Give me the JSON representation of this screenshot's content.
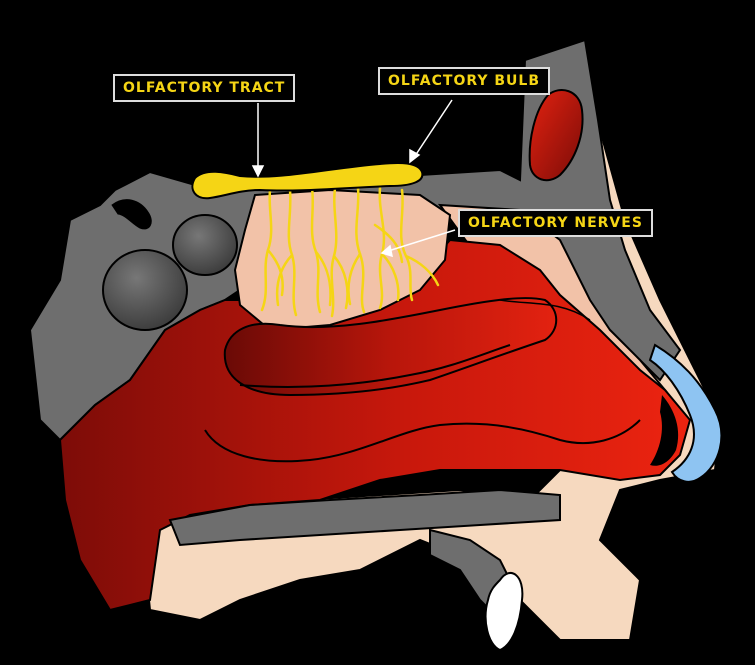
{
  "labels": {
    "olfactory_tract": "OLFACTORY TRACT",
    "olfactory_bulb": "OLFACTORY BULB",
    "olfactory_nerves": "OLFACTORY NERVES"
  },
  "colors": {
    "background": "#000000",
    "bone": "#6e6e6e",
    "mucosa_dark": "#8a0f0a",
    "mucosa_bright": "#e8200e",
    "olfactory_epithelium": "#f2c2a8",
    "skin": "#f6d9bf",
    "nerve": "#f5d515",
    "cartilage": "#8ec4f2",
    "tooth": "#ffffff",
    "label_border": "#dddddd",
    "label_text": "#f5d515"
  }
}
